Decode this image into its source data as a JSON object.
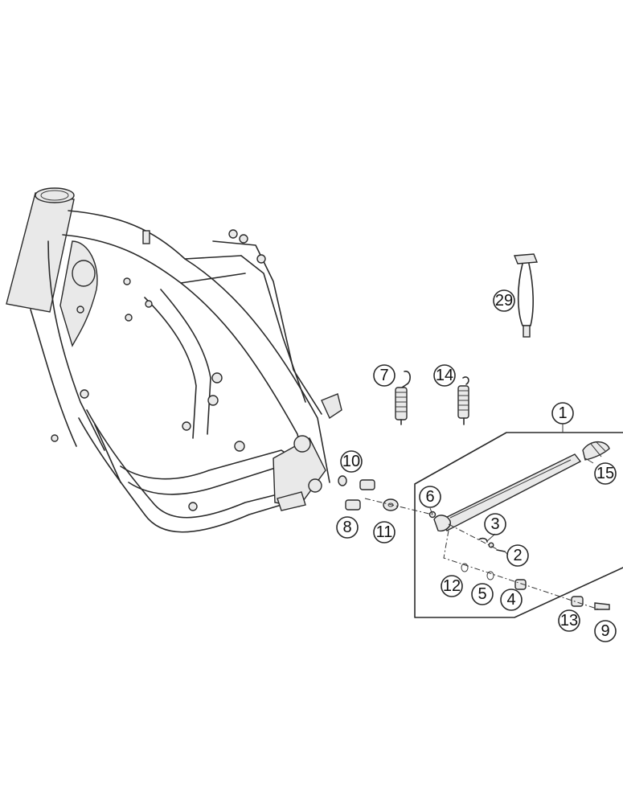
{
  "diagram": {
    "callouts": {
      "c1": "1",
      "c2": "2",
      "c3": "3",
      "c4": "4",
      "c5": "5",
      "c6": "6",
      "c7": "7",
      "c8": "8",
      "c9": "9",
      "c10": "10",
      "c11": "11",
      "c12": "12",
      "c13": "13",
      "c14": "14",
      "c15": "15",
      "c29": "29"
    }
  }
}
